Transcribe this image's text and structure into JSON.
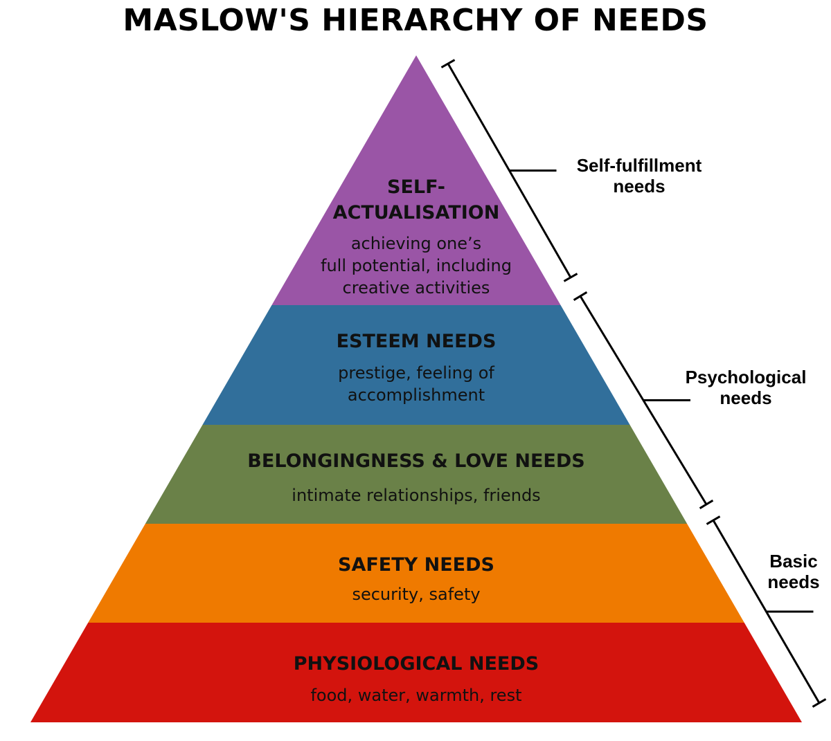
{
  "title": "MASLOW'S HIERARCHY OF NEEDS",
  "levels": [
    {
      "title_lines": [
        "SELF-",
        "ACTUALISATION"
      ],
      "desc_lines": [
        "achieving one’s",
        "full potential, including",
        "creative activities"
      ],
      "color": "#9a55a6"
    },
    {
      "title_lines": [
        "ESTEEM NEEDS"
      ],
      "desc_lines": [
        "prestige, feeling of",
        "accomplishment"
      ],
      "color": "#316f9b"
    },
    {
      "title_lines": [
        "BELONGINGNESS & LOVE NEEDS"
      ],
      "desc_lines": [
        "intimate relationships, friends"
      ],
      "color": "#6a8148"
    },
    {
      "title_lines": [
        "SAFETY NEEDS"
      ],
      "desc_lines": [
        "security, safety"
      ],
      "color": "#ef7a00"
    },
    {
      "title_lines": [
        "PHYSIOLOGICAL NEEDS"
      ],
      "desc_lines": [
        "food, water, warmth, rest"
      ],
      "color": "#d3140d"
    }
  ],
  "groups": [
    {
      "label_lines": [
        "Self-fulfillment",
        "needs"
      ]
    },
    {
      "label_lines": [
        "Psychological",
        "needs"
      ]
    },
    {
      "label_lines": [
        "Basic",
        "needs"
      ]
    }
  ]
}
